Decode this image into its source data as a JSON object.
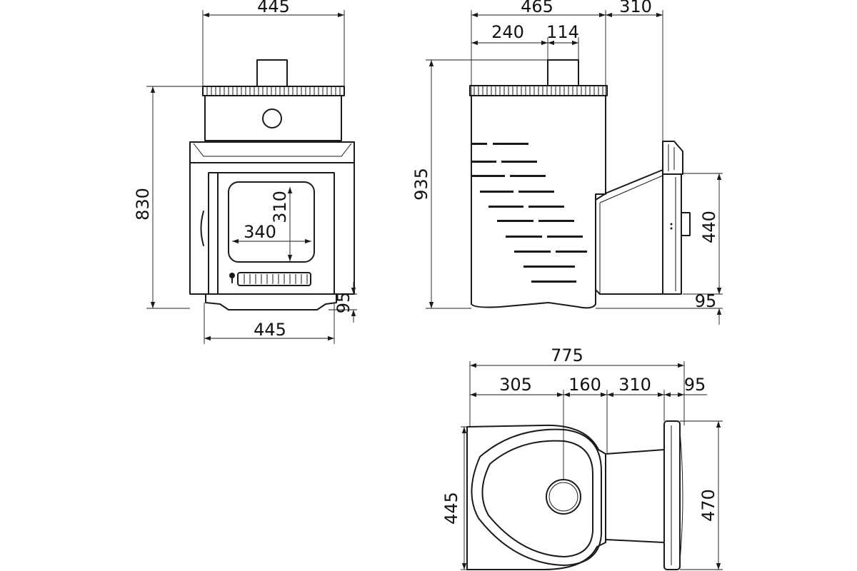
{
  "front_view": {
    "dim_top_width": "445",
    "dim_height": "830",
    "dim_door_height": "310",
    "dim_door_width": "340",
    "dim_leg": "95",
    "dim_base_width": "445"
  },
  "side_view": {
    "dim_body_depth": "465",
    "dim_tunnel": "310",
    "dim_flue_offset": "240",
    "dim_flue_diameter": "114",
    "dim_total_height": "935",
    "dim_tunnel_height": "440",
    "dim_tunnel_bottom": "95"
  },
  "top_view": {
    "dim_total_length": "775",
    "dim_seg_1": "305",
    "dim_seg_2": "160",
    "dim_seg_3": "310",
    "dim_seg_4": "95",
    "dim_width": "445",
    "dim_flange_width": "470"
  }
}
